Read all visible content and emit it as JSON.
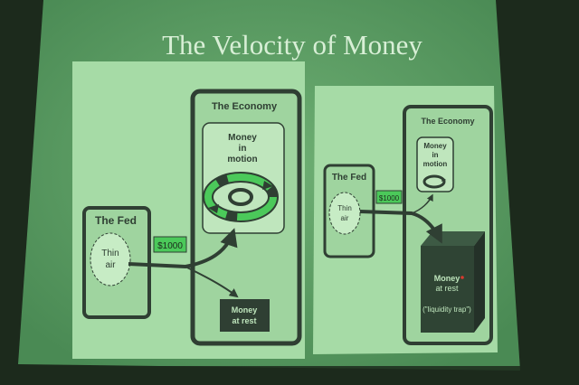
{
  "slide": {
    "title": "The Velocity of Money"
  },
  "left_panel": {
    "fed_label": "The Fed",
    "cloud_line1": "Thin",
    "cloud_line2": "air",
    "amount": "$1000",
    "economy_label": "The Economy",
    "motion_line1": "Money",
    "motion_line2": "in",
    "motion_line3": "motion",
    "rest_line1": "Money",
    "rest_line2": "at rest"
  },
  "right_panel": {
    "fed_label": "The Fed",
    "cloud_line1": "Thin",
    "cloud_line2": "air",
    "amount": "$1000",
    "economy_label": "The Economy",
    "motion_line1": "Money",
    "motion_line2": "in",
    "motion_line3": "motion",
    "rest_line1": "Money",
    "rest_line2": "at rest",
    "rest_note": "(\"liquidity trap\")"
  },
  "colors": {
    "background_dark": "#1c2a1c",
    "slide_green": "#5a9a62",
    "panel_green": "#a6dba6",
    "box_dark": "#2f3f33",
    "arrow_green": "#4bc95a",
    "label_green": "#2e8b3b"
  }
}
